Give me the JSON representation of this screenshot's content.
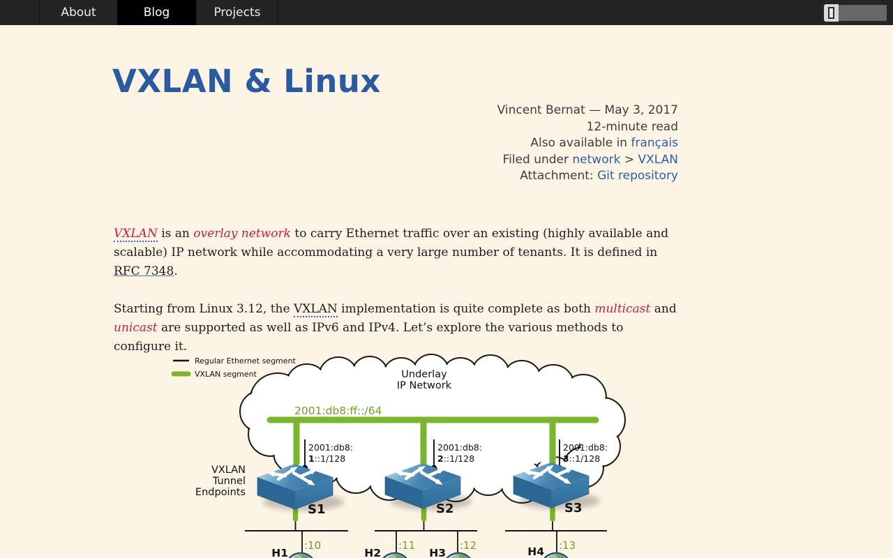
{
  "nav": {
    "items": [
      {
        "label": "About",
        "active": false
      },
      {
        "label": "Blog",
        "active": true
      },
      {
        "label": "Projects",
        "active": false
      }
    ],
    "search": {
      "icon": "search-icon",
      "value": ""
    }
  },
  "article": {
    "title": "VXLAN & Linux",
    "meta": {
      "byline": "Vincent Bernat — May 3, 2017",
      "read_time": "12-minute read",
      "also_available_prefix": "Also available in",
      "also_available_link": "français",
      "filed_under_prefix": "Filed under",
      "category": "network",
      "category_separator": ">",
      "subcategory": "VXLAN",
      "attachment_prefix": "Attachment:",
      "attachment_link": "Git repository"
    },
    "paragraphs": [
      [
        {
          "t": "VXLAN",
          "s": "abbr-link"
        },
        {
          "t": " is an ",
          "s": "plain"
        },
        {
          "t": "overlay network",
          "s": "link-italic"
        },
        {
          "t": " to carry Ethernet traffic over an existing (highly available and scalable) IP network while accommodating a very large number of tenants. It is defined in ",
          "s": "plain"
        },
        {
          "t": "RFC 7348",
          "s": "link-underline"
        },
        {
          "t": ".",
          "s": "plain"
        }
      ],
      [
        {
          "t": "Starting from Linux 3.12, the ",
          "s": "plain"
        },
        {
          "t": "VXLAN",
          "s": "abbr"
        },
        {
          "t": " implementation is quite complete as both ",
          "s": "plain"
        },
        {
          "t": "multicast",
          "s": "link-italic"
        },
        {
          "t": " and ",
          "s": "plain"
        },
        {
          "t": "unicast",
          "s": "link-italic"
        },
        {
          "t": " are supported as well as IPv6 and IPv4. Let’s explore the various methods to configure it.",
          "s": "plain"
        }
      ]
    ]
  },
  "diagram": {
    "legend": [
      {
        "label": "Regular Ethernet segment"
      },
      {
        "label": "VXLAN segment"
      }
    ],
    "cloud": {
      "line1": "Underlay",
      "line2": "IP Network"
    },
    "bus_label": "2001:db8:ff::/64",
    "vtep_label": {
      "line1": "VXLAN",
      "line2": "Tunnel",
      "line3": "Endpoints"
    },
    "switches": [
      {
        "name": "S1",
        "lo_prefix": "2001:db8:",
        "lo_num": "1",
        "lo_suffix": "::1/128"
      },
      {
        "name": "S2",
        "lo_prefix": "2001:db8:",
        "lo_num": "2",
        "lo_suffix": "::1/128"
      },
      {
        "name": "S3",
        "lo_prefix": "2001:db8:",
        "lo_num": "3",
        "lo_suffix": "::1/128"
      }
    ],
    "hosts": [
      {
        "name": "H1",
        "addr": ":10"
      },
      {
        "name": "H2",
        "addr": ":11"
      },
      {
        "name": "H3",
        "addr": ":12"
      },
      {
        "name": "H4",
        "addr": ":13"
      }
    ]
  },
  "colors": {
    "page_bg": "#fdf4e6",
    "nav_bg": "#242424",
    "title_blue": "#2a5aa2",
    "link_blue": "#2a5fa5",
    "body_red": "#c2203d",
    "vxlan_green": "#7ab62d",
    "green_text": "#6f9e27"
  }
}
